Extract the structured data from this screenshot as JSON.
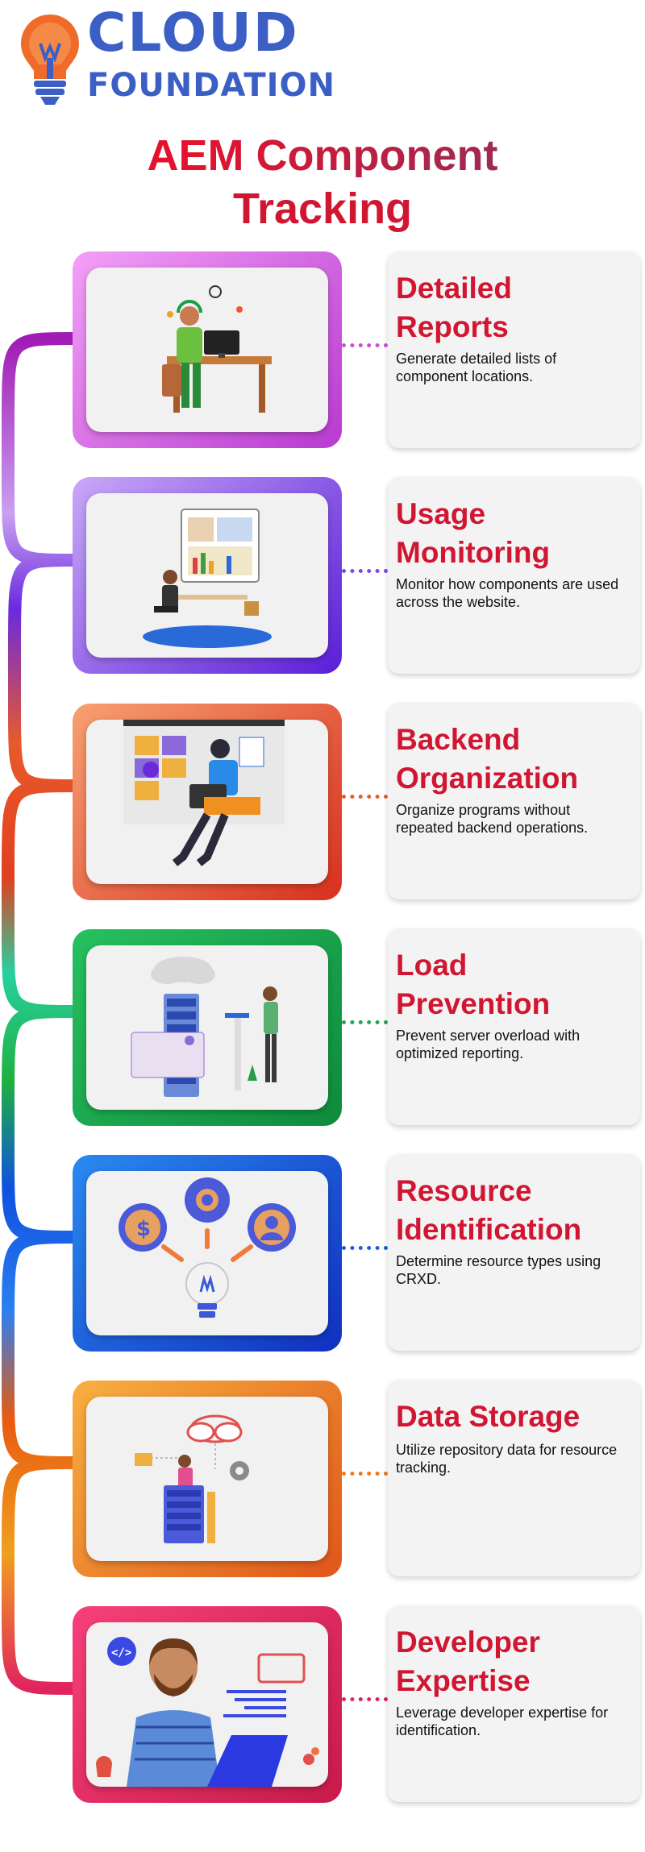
{
  "logo": {
    "line1": "CLOUD",
    "line2": "FOUNDATION"
  },
  "title": {
    "line1": "AEM Component",
    "line2": "Tracking"
  },
  "colors": {
    "title_red": "#d11632",
    "logo_blue": "#3b5fc4",
    "logo_orange": "#f06a2a"
  },
  "steps": [
    {
      "title": "Detailed Reports",
      "title_lines": [
        "Detailed",
        "Reports"
      ],
      "description": "Generate detailed lists of component locations.",
      "accent": "#d14ad8",
      "icon": "person-at-desk-headset-illustration"
    },
    {
      "title": "Usage Monitoring",
      "title_lines": [
        "Usage",
        "Monitoring"
      ],
      "description": "Monitor how components are used across the website.",
      "accent": "#7b4ae8",
      "icon": "person-monitoring-charts-illustration"
    },
    {
      "title": "Backend Organization",
      "title_lines": [
        "Backend",
        "Organization"
      ],
      "description": "Organize programs without repeated backend operations.",
      "accent": "#ea5a2e",
      "icon": "person-with-laptop-calendar-illustration"
    },
    {
      "title": "Load Prevention",
      "title_lines": [
        "Load",
        "Prevention"
      ],
      "description": "Prevent server overload with optimized reporting.",
      "accent": "#1fa85a",
      "icon": "server-cloud-person-illustration"
    },
    {
      "title": "Resource Identification",
      "title_lines": [
        "Resource",
        "Identification"
      ],
      "description": "Determine resource types using CRXD.",
      "accent": "#1e5fe0",
      "icon": "lightbulb-gear-dollar-user-illustration"
    },
    {
      "title": "Data Storage",
      "title_lines": [
        "Data Storage"
      ],
      "description": "Utilize repository data for resource tracking.",
      "accent": "#f07a1a",
      "icon": "cloud-data-server-person-illustration"
    },
    {
      "title": "Developer Expertise",
      "title_lines": [
        "Developer",
        "Expertise"
      ],
      "description": "Leverage developer expertise for identification.",
      "accent": "#e0245e",
      "icon": "developer-with-laptop-illustration"
    }
  ]
}
